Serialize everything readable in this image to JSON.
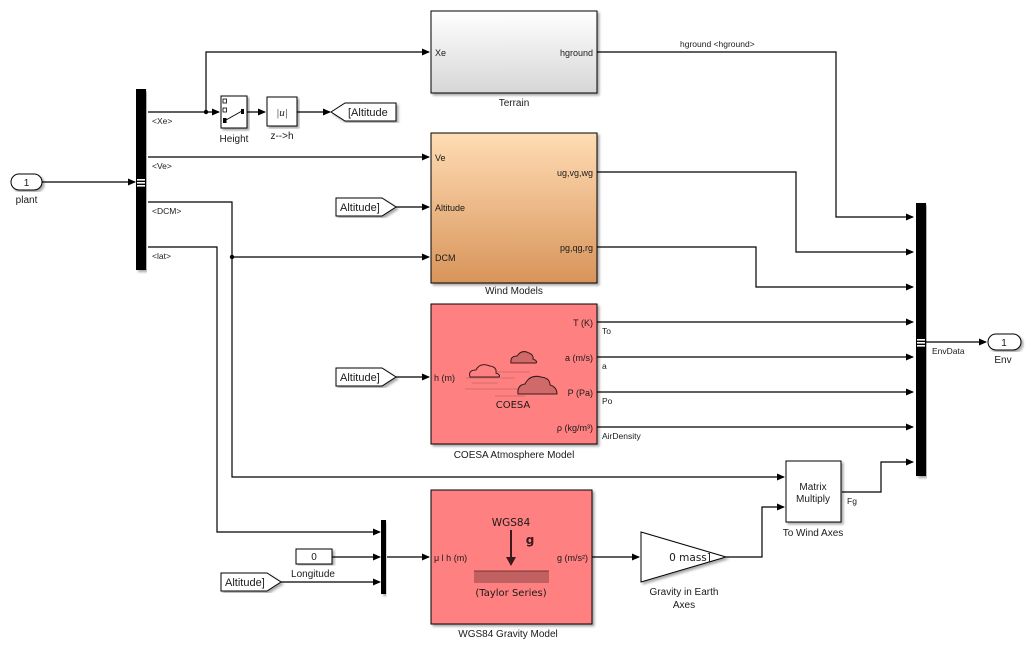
{
  "colors": {
    "canvas": "#ffffff",
    "wire": "#000000",
    "terrain_top": "#ffffff",
    "terrain_bottom": "#d6d6d6",
    "wind_top": "#ffdcb4",
    "wind_bottom": "#d8945a",
    "coesa_fill": "#ff8080",
    "wgs_fill": "#ff8080",
    "icon_dark": "#c86464"
  },
  "inport": {
    "number": "1",
    "label": "plant"
  },
  "outport": {
    "number": "1",
    "label": "Env"
  },
  "bus_selector": {
    "signals": [
      "<Xe>",
      "<Ve>",
      "<DCM>",
      "<lat>"
    ]
  },
  "height_switch": {
    "label": "Height"
  },
  "abs_block": {
    "glyph": "|u|",
    "label": "z-->h"
  },
  "goto_altitude": {
    "text": "[Altitude"
  },
  "from_tags": {
    "wind_altitude": "Altitude]",
    "coesa_altitude": "Altitude]",
    "gravity_altitude": "Altitude]"
  },
  "terrain": {
    "label": "Terrain",
    "in_ports": [
      "Xe"
    ],
    "out_ports": [
      "hground"
    ]
  },
  "hground_signal": "hground <hground>",
  "wind_models": {
    "label": "Wind Models",
    "in_ports": [
      "Ve",
      "Altitude",
      "DCM"
    ],
    "out_ports": [
      "ug,vg,wg",
      "pg,qg,rg"
    ]
  },
  "coesa": {
    "label": "COESA Atmosphere Model",
    "icon_text": "COESA",
    "in_ports": [
      "h (m)"
    ],
    "out_ports": [
      "T (K)",
      "a (m/s)",
      "P (Pa)",
      "ρ (kg/m³)"
    ],
    "out_signals": [
      "To",
      "a",
      "Po",
      "AirDensity"
    ]
  },
  "wgs84": {
    "label": "WGS84 Gravity Model",
    "icon_title": "WGS84",
    "icon_g": "g",
    "icon_sub": "(Taylor Series)",
    "in_ports": [
      "μ l h (m)"
    ],
    "out_ports": [
      "g (m/s²)"
    ]
  },
  "longitude_const": {
    "value": "0",
    "label": "Longitude"
  },
  "gain": {
    "text": "0 mass]",
    "label_lines": [
      "Gravity in Earth",
      "Axes"
    ]
  },
  "matrix_multiply": {
    "text_lines": [
      "Matrix",
      "Multiply"
    ],
    "label": "To Wind Axes",
    "out_signal": "Fg"
  },
  "bus_creator": {
    "out_signal": "EnvData"
  }
}
